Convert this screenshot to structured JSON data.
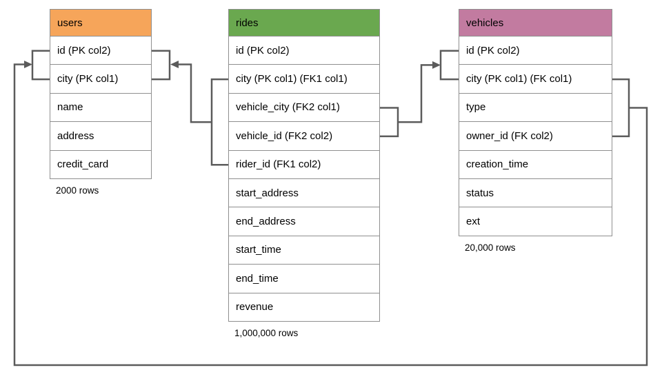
{
  "diagram": {
    "connector_color": "#5b5b5b",
    "border_color": "#8e8e8e",
    "tables": [
      {
        "name": "users",
        "header_color": "#F6A55A",
        "columns": [
          "id (PK col2)",
          "city (PK col1)",
          "name",
          "address",
          "credit_card"
        ],
        "row_count_label": "2000 rows"
      },
      {
        "name": "rides",
        "header_color": "#6AA84F",
        "columns": [
          "id (PK col2)",
          "city (PK col1) (FK1 col1)",
          "vehicle_city (FK2 col1)",
          "vehicle_id (FK2 col2)",
          "rider_id (FK1 col2)",
          "start_address",
          "end_address",
          "start_time",
          "end_time",
          "revenue"
        ],
        "row_count_label": "1,000,000 rows"
      },
      {
        "name": "vehicles",
        "header_color": "#C27BA0",
        "columns": [
          "id (PK col2)",
          "city (PK col1) (FK col1)",
          "type",
          "owner_id (FK col2)",
          "creation_time",
          "status",
          "ext"
        ],
        "row_count_label": "20,000 rows"
      }
    ],
    "relationships": [
      {
        "name": "FK1",
        "from": "rides (city, rider_id)",
        "to": "users (id, city)"
      },
      {
        "name": "FK2",
        "from": "rides (vehicle_city, vehicle_id)",
        "to": "vehicles (id, city)"
      },
      {
        "name": "FK",
        "from": "vehicles (city, owner_id)",
        "to": "users (id, city)"
      }
    ]
  }
}
